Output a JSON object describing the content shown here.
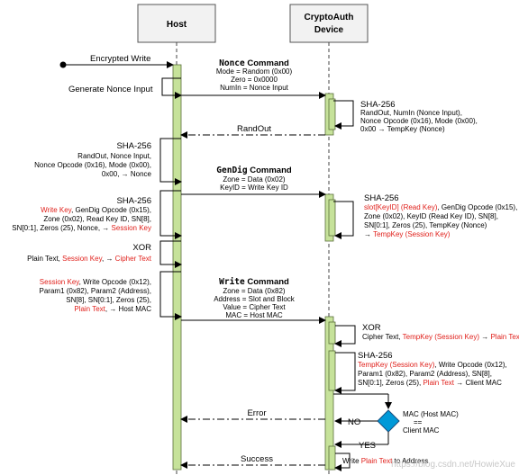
{
  "participants": {
    "host": "Host",
    "device_line1": "CryptoAuth",
    "device_line2": "Device"
  },
  "encrypted_write": "Encrypted Write",
  "generate_nonce_input": "Generate Nonce Input",
  "nonce_cmd": {
    "title_mono": "Nonce",
    "title_rest": " Command",
    "lines": [
      "Mode = Random (0x00)",
      "Zero = 0x0000",
      "NumIn = Nonce Input"
    ]
  },
  "device_sha1": {
    "title": "SHA-256",
    "lines": [
      "RandOut, NumIn (Nonce Input),",
      "Nonce Opcode (0x16), Mode (0x00),",
      "0x00 → TempKey (Nonce)"
    ]
  },
  "randout": "RandOut",
  "host_sha1": {
    "title": "SHA-256",
    "lines": [
      "RandOut, Nonce Input,",
      "Nonce Opcode (0x16), Mode (0x00),",
      "0x00, →  Nonce"
    ]
  },
  "gendig_cmd": {
    "title_mono": "GenDig",
    "title_rest": " Command",
    "lines": [
      "Zone = Data (0x02)",
      "KeyID = Write Key ID"
    ]
  },
  "host_sha2": {
    "title": "SHA-256",
    "l1_red": "Write Key",
    "l1_black": ", GenDig Opcode (0x15),",
    "l2": "Zone (0x02), Read Key ID, SN[8],",
    "l3_black": "SN[0:1], Zeros (25), Nonce, → ",
    "l3_red": "Session Key"
  },
  "device_sha2": {
    "title": "SHA-256",
    "l1_red": "slot[KeyID] (Read Key)",
    "l1_black": ", GenDig Opcode (0x15),",
    "l2": "Zone (0x02), KeyID (Read Key ID), SN[8],",
    "l3": "SN[0:1], Zeros (25), TempKey (Nonce)",
    "l4_arrow": "→ ",
    "l4_red": "TempKey (Session Key)"
  },
  "host_xor": {
    "title": "XOR",
    "l1_black": "Plain Text, ",
    "l1_red": "Session Key",
    "l1_arrow": ", → ",
    "l1_red2": "Cipher Text"
  },
  "host_mac": {
    "l1_red": "Session Key",
    "l1_black": ", Write Opcode (0x12),",
    "l2": "Param1 (0x82), Param2 (Address),",
    "l3": "SN[8], SN[0:1], Zeros (25),",
    "l4_red": "Plain Text",
    "l4_black": ", →  Host MAC"
  },
  "write_cmd": {
    "title_mono": "Write",
    "title_rest": " Command",
    "lines": [
      "Zone = Data (0x82)",
      "Address = Slot and Block",
      "Value = Cipher Text",
      "MAC = Host MAC"
    ]
  },
  "device_xor": {
    "title": "XOR",
    "l1_black": "Cipher Text, ",
    "l1_red": "TempKey (Session Key)",
    "l1_arrow": " → ",
    "l1_red2": "Plain Text"
  },
  "device_sha3": {
    "title": "SHA-256",
    "l1_red": "TempKey (Session Key)",
    "l1_black": ", Write Opcode (0x12),",
    "l2": "Param1 (0x82), Param2 (Address), SN[8],",
    "l3_black": "SN[0:1], Zeros (25), ",
    "l3_red": "Plain Text",
    "l3_end": " → Client MAC"
  },
  "decision": {
    "l1": "MAC (Host MAC)",
    "l2": "==",
    "l3": "Client MAC",
    "no": "NO",
    "yes": "YES"
  },
  "error": "Error",
  "success": "Success",
  "write_plain": {
    "a": "Write ",
    "b_red": "Plain Text",
    "c": " to Address"
  },
  "watermark": "https://blog.csdn.net/HowieXue",
  "colors": {
    "activation": "#c6e29a",
    "activation_border": "#5a6e3a",
    "header_fill": "#f2f2f2",
    "decision_fill": "#0099d8",
    "red_text": "#e0201b"
  }
}
